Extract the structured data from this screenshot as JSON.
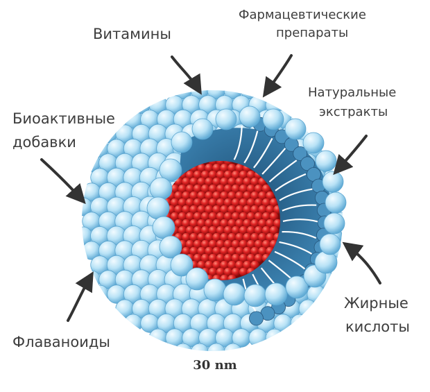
{
  "labels": {
    "vitamins": "Витамины",
    "pharma_line1": "Фармацевтические",
    "pharma_line2": "препараты",
    "natural_line1": "Натуральные",
    "natural_line2": "экстракты",
    "bio_line1": "Биоактивные",
    "bio_line2": "добавки",
    "fatty_line1": "Жирные",
    "fatty_line2": "кислоты",
    "flavonoids": "Флаваноиды"
  },
  "scale_label": "30 nm",
  "colors": {
    "outer_sphere": "#a8d8f0",
    "outer_sphere_edge": "#6fb3d9",
    "core": "#c81818",
    "core_highlight": "#ff6a5a",
    "interior": "#2f6f9a",
    "tails": "#ffffff",
    "label_text": "#3d3d3d",
    "arrow": "#333333"
  },
  "icons": {
    "arrow": "curved-arrow-icon",
    "liposome": "liposome-diagram"
  }
}
